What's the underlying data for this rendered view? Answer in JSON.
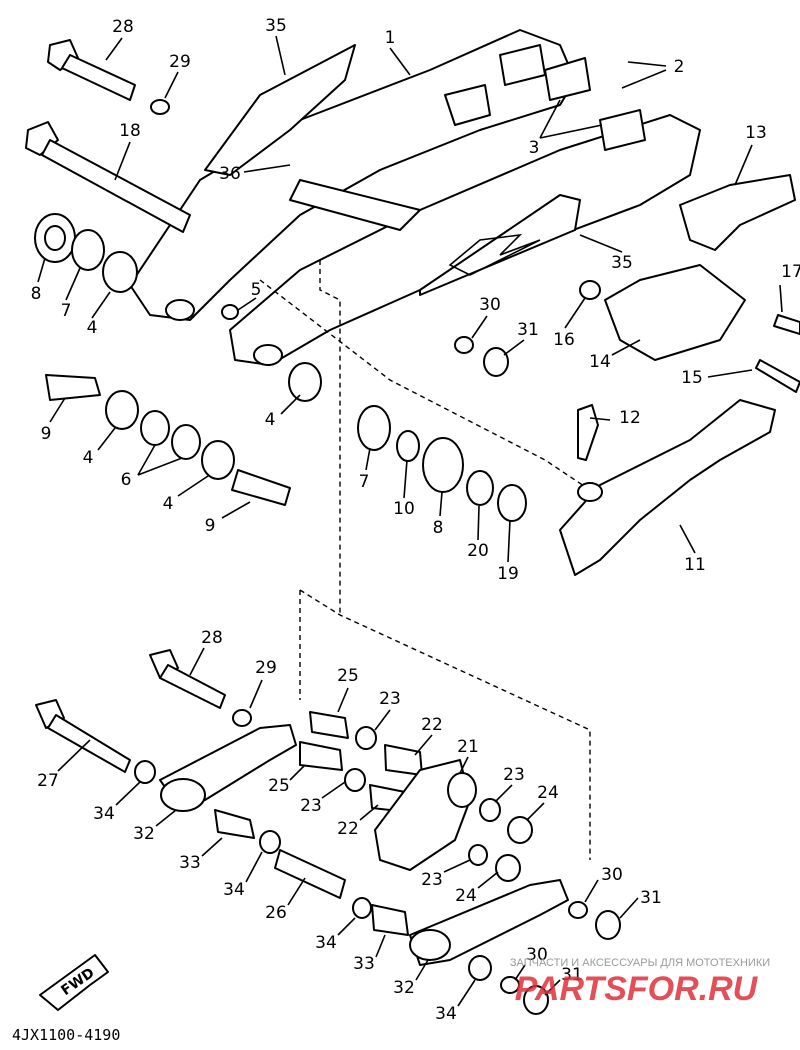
{
  "diagram_code": "4JX1100-4190",
  "fwd_label": "FWD",
  "watermark": {
    "tagline": "ЗАПЧАСТИ И АКСЕССУАРЫ ДЛЯ МОТОТЕХНИКИ",
    "brand": "PARTSFOR.RU",
    "colors": {
      "tagline": "#9a9a9a",
      "brand": "#e0303a"
    }
  },
  "callouts": [
    "1",
    "2",
    "3",
    "4",
    "4",
    "4",
    "4",
    "5",
    "6",
    "7",
    "7",
    "8",
    "8",
    "9",
    "9",
    "10",
    "11",
    "12",
    "13",
    "14",
    "15",
    "16",
    "17",
    "18",
    "19",
    "20",
    "21",
    "22",
    "22",
    "23",
    "23",
    "23",
    "23",
    "24",
    "24",
    "25",
    "25",
    "26",
    "27",
    "28",
    "28",
    "29",
    "29",
    "30",
    "30",
    "30",
    "31",
    "31",
    "31",
    "32",
    "32",
    "33",
    "33",
    "34",
    "34",
    "34",
    "34",
    "35",
    "35",
    "36"
  ]
}
